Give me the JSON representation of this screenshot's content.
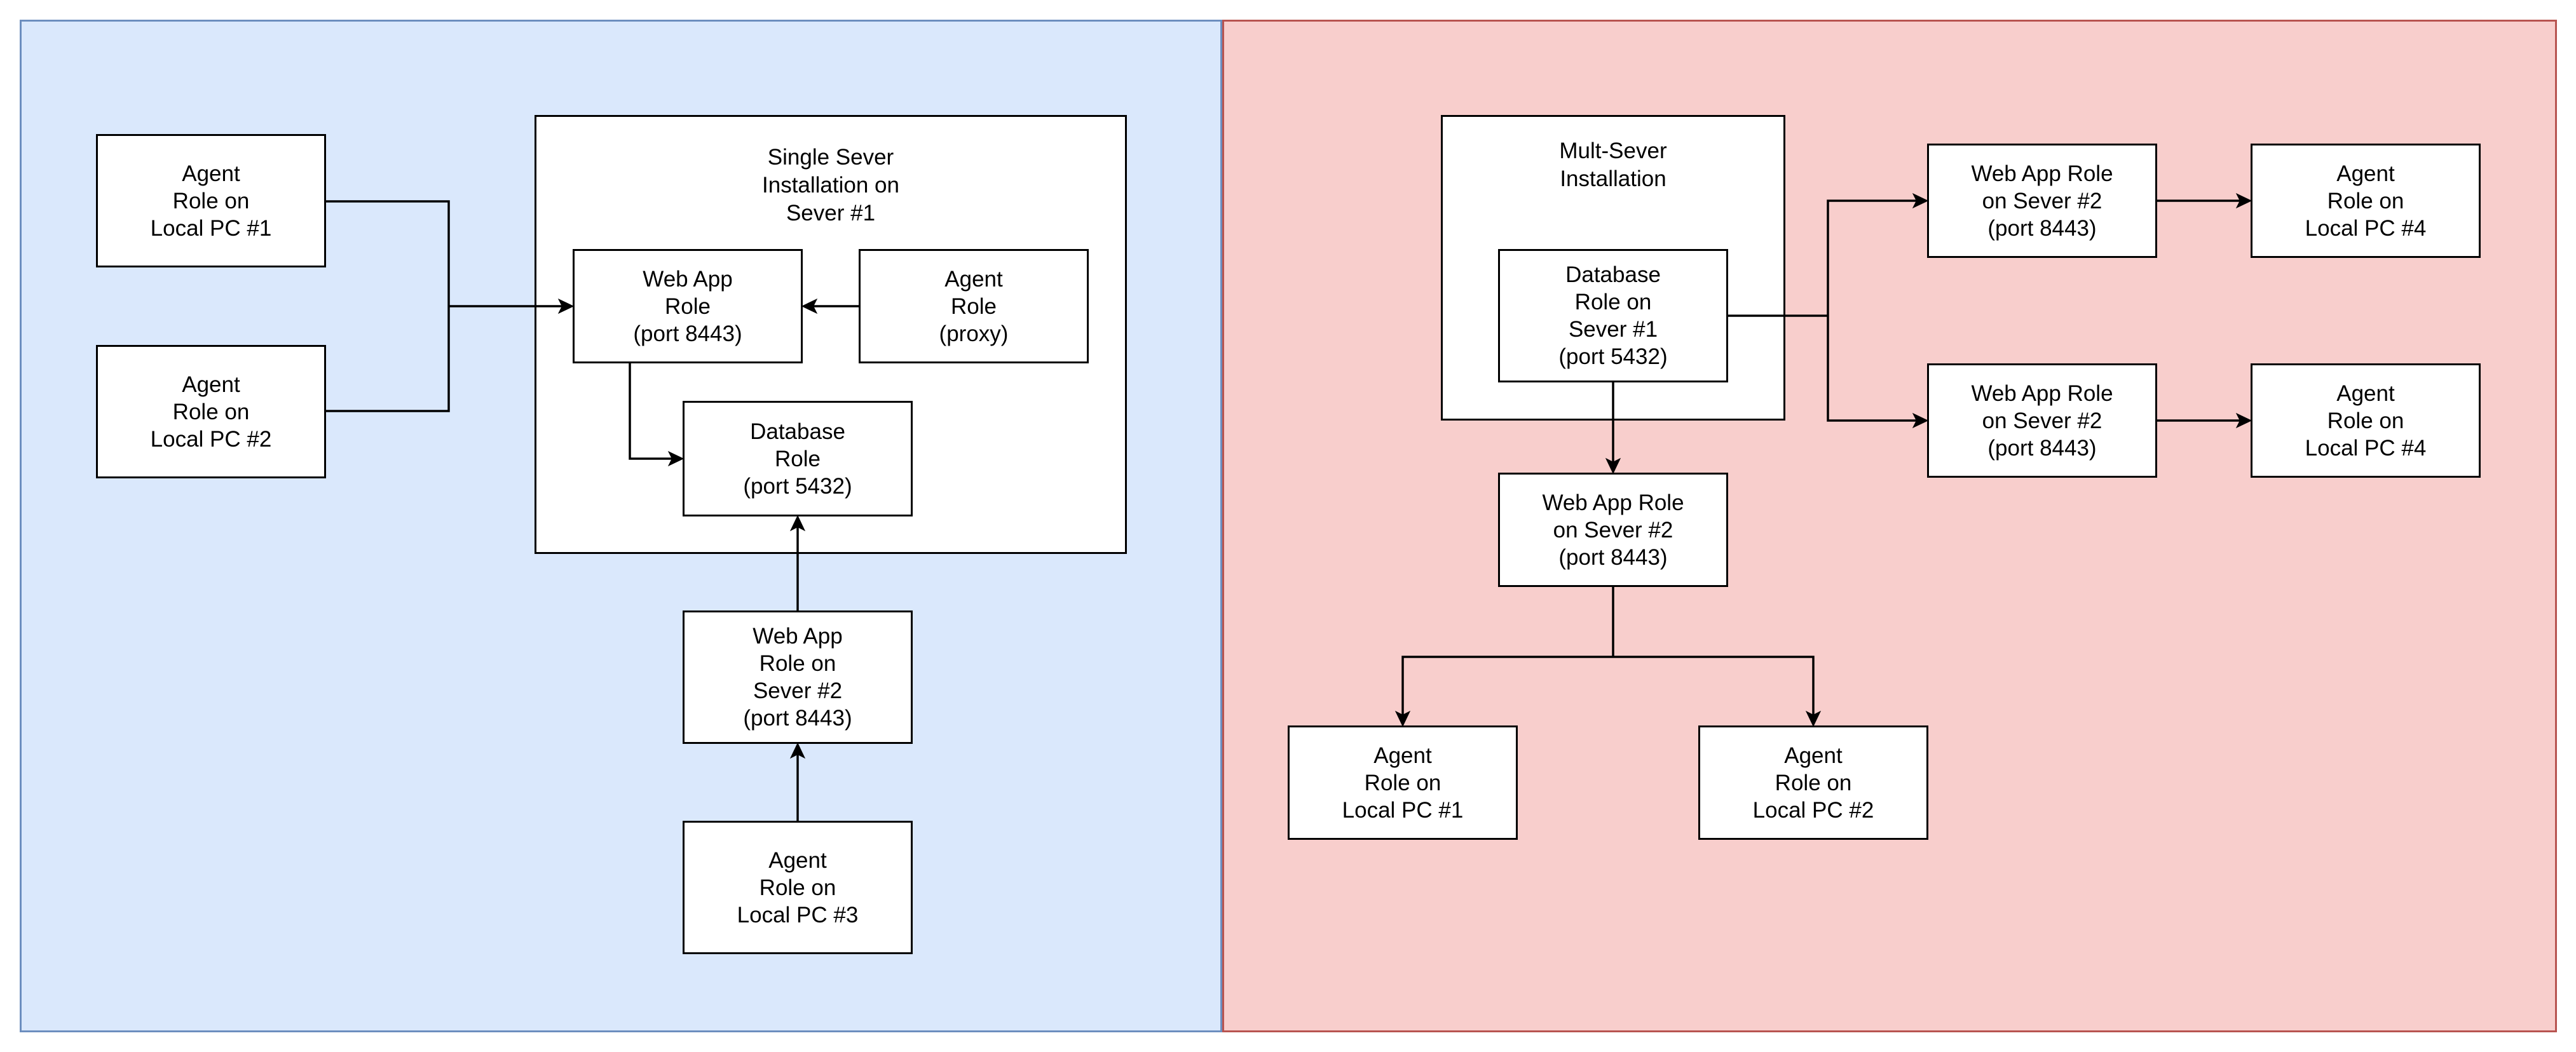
{
  "left": {
    "installation_title": "Single Sever\nInstallation on\nSever #1",
    "nodes": {
      "agent_pc1": "Agent\nRole on\nLocal PC #1",
      "agent_pc2": "Agent\nRole on\nLocal PC #2",
      "webapp_s1": "Web App\nRole\n(port 8443)",
      "agent_proxy": "Agent\nRole\n(proxy)",
      "database": "Database\nRole\n(port 5432)",
      "webapp_s2": "Web App\nRole on\nSever #2\n(port 8443)",
      "agent_pc3": "Agent\nRole on\nLocal PC #3"
    }
  },
  "right": {
    "installation_title": "Mult-Sever\nInstallation",
    "nodes": {
      "database_s1": "Database\nRole on\nSever #1\n(port 5432)",
      "webapp_top": "Web App Role\non Sever #2\n(port 8443)",
      "webapp_mid": "Web App Role\non Sever #2\n(port 8443)",
      "webapp_bottom": "Web App Role\non Sever #2\n(port 8443)",
      "agent_pc4_top": "Agent\nRole on\nLocal PC #4",
      "agent_pc4_mid": "Agent\nRole on\nLocal PC #4",
      "agent_pc1": "Agent\nRole on\nLocal PC #1",
      "agent_pc2": "Agent\nRole on\nLocal PC #2"
    }
  }
}
